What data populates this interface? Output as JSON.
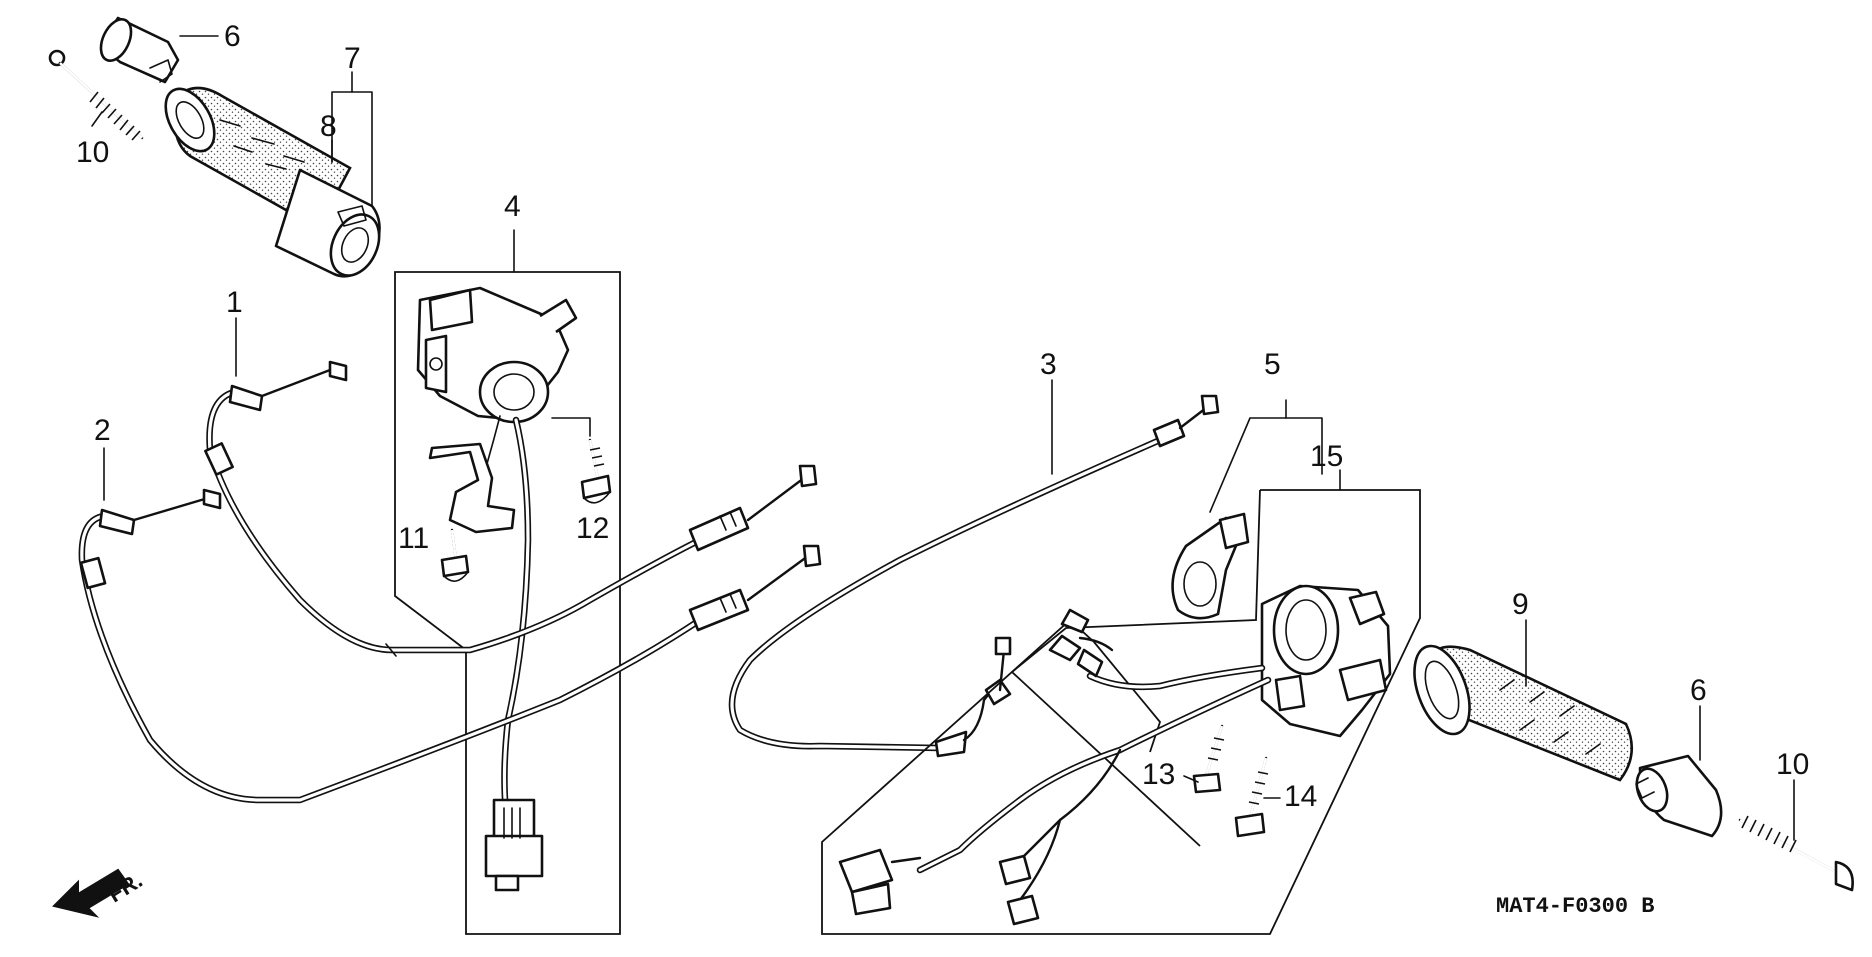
{
  "diagram": {
    "callouts": {
      "c1": "1",
      "c2": "2",
      "c3": "3",
      "c4": "4",
      "c5": "5",
      "c6a": "6",
      "c6b": "6",
      "c7": "7",
      "c8": "8",
      "c9": "9",
      "c10a": "10",
      "c10b": "10",
      "c11": "11",
      "c12": "12",
      "c13": "13",
      "c14": "14",
      "c15": "15"
    },
    "front_marker": "FR.",
    "drawing_code": "MAT4-F0300 B",
    "colors": {
      "line": "#111111",
      "background": "#ffffff"
    }
  }
}
